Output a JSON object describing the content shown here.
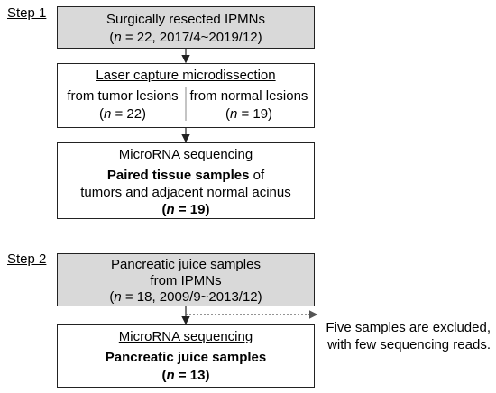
{
  "step1": {
    "label": "Step 1",
    "box1": {
      "line1": "Surgically resected IPMNs",
      "line2_n": "n",
      "line2_rest": " = 22, 2017/4~2019/12)"
    },
    "box2": {
      "title": "Laser capture microdissection",
      "left_line1": "from tumor lesions",
      "left_n": "n",
      "left_rest": " = 22)",
      "right_line1": "from normal lesions",
      "right_n": "n",
      "right_rest": " = 19)"
    },
    "box3": {
      "title": "MicroRNA sequencing",
      "bold_part": "Paired tissue samples",
      "rest_part": " of",
      "line3": "tumors and adjacent normal acinus",
      "n": "n",
      "n_rest": " = 19)"
    }
  },
  "step2": {
    "label": "Step 2",
    "box1": {
      "line1": "Pancreatic juice samples",
      "line2": "from IPMNs",
      "line3_n": "n",
      "line3_rest": " = 18, 2009/9~2013/12)"
    },
    "note": {
      "line1": "Five samples are excluded,",
      "line2": "with few sequencing reads."
    },
    "box2": {
      "title": "MicroRNA sequencing",
      "bold_line": "Pancreatic juice samples",
      "n": "n",
      "n_rest": " = 13)"
    }
  },
  "colors": {
    "gray_box": "#d9d9d9",
    "border": "#222222",
    "dotted_arrow": "#555555"
  }
}
